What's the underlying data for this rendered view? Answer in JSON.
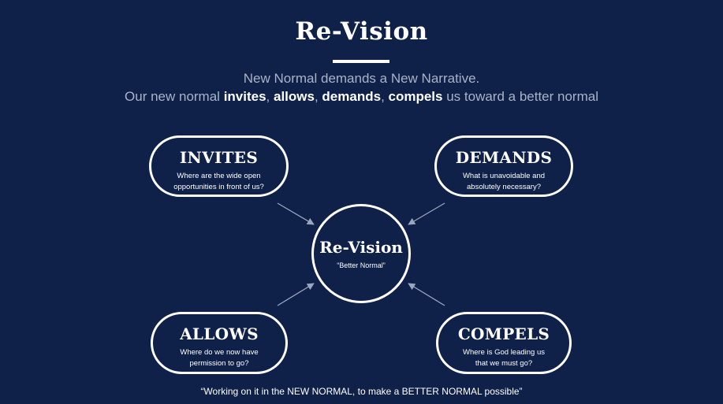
{
  "title": "Re-Vision",
  "subtitle_line1": "New Normal demands a New Narrative.",
  "subtitle_line2": {
    "prefix": "Our new normal ",
    "w1": "invites",
    "sep1": ", ",
    "w2": "allows",
    "sep2": ", ",
    "w3": "demands",
    "sep3": ", ",
    "w4": "compels",
    "suffix": " us toward a better normal"
  },
  "nodes": {
    "invites": {
      "title": "INVITES",
      "line1": "Where are the wide open",
      "line2": "opportunities in front of us?"
    },
    "demands": {
      "title": "DEMANDS",
      "line1": "What is unavoidable and",
      "line2": "absolutely necessary?"
    },
    "allows": {
      "title": "ALLOWS",
      "line1": "Where do we now have",
      "line2": "permission to go?"
    },
    "compels": {
      "title": "COMPELS",
      "line1": "Where is God leading us",
      "line2": "that we must go?"
    }
  },
  "center": {
    "title": "Re-Vision",
    "subtitle": "“Better Normal”"
  },
  "footer": "“Working on it in the NEW NORMAL, to make a BETTER NORMAL possible”",
  "colors": {
    "background": "#0f2149",
    "text": "#ffffff",
    "muted_text": "#a9b3c8",
    "arrow": "#9aa6c0"
  }
}
